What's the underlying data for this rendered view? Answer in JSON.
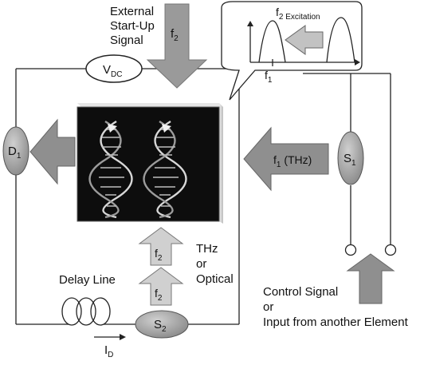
{
  "labels": {
    "external_signal": [
      "External",
      "Start-Up",
      "Signal"
    ],
    "arrow_top_freq": "f",
    "arrow_top_freq_sub": "2",
    "vdc": "V",
    "vdc_sub": "DC",
    "d1": "D",
    "d1_sub": "1",
    "s1": "S",
    "s1_sub": "1",
    "s2": "S",
    "s2_sub": "2",
    "f1_thz": "f",
    "f1_thz_sub": "1",
    "f1_thz_suffix": " (THz)",
    "f2_up_upper": "f",
    "f2_up_upper_sub": "2",
    "f2_up_lower": "f",
    "f2_up_lower_sub": "2",
    "thz_optical": [
      "THz",
      "or",
      "Optical"
    ],
    "delay_line": "Delay Line",
    "current": "I",
    "current_sub": "D",
    "control_signal": [
      "Control Signal",
      "or",
      "Input from another Element"
    ]
  },
  "inset": {
    "title": "f",
    "title_sub": "2 Excitation",
    "axis_marker": "f",
    "axis_marker_sub": "1"
  },
  "colors": {
    "arrow_fill": "#8f8f8f",
    "arrow_light_fill": "#c9c9c9",
    "node_fill": "#a8a8a8",
    "panel_bg": "#0d0d0d",
    "line": "#222222"
  }
}
